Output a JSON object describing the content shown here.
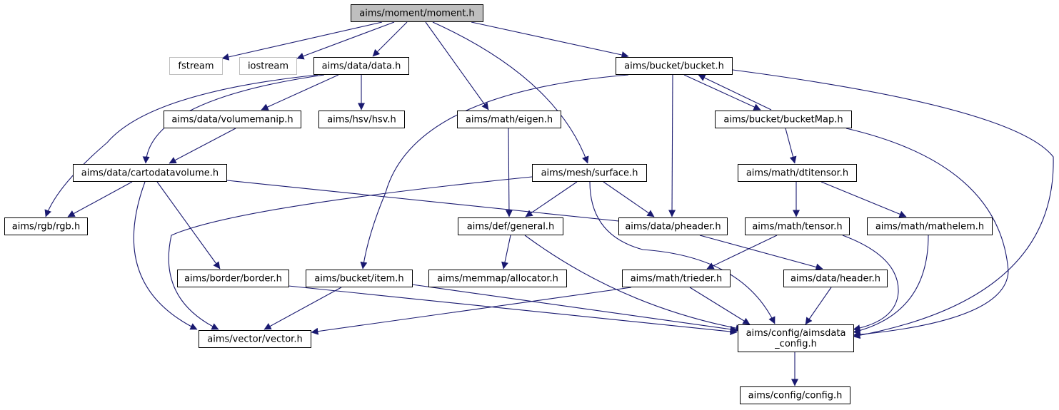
{
  "graph": {
    "nodes": [
      {
        "id": "moment",
        "lines": [
          "aims/moment/moment.h"
        ],
        "kind": "root"
      },
      {
        "id": "fstream",
        "lines": [
          "fstream"
        ],
        "kind": "external"
      },
      {
        "id": "iostream",
        "lines": [
          "iostream"
        ],
        "kind": "external"
      },
      {
        "id": "data",
        "lines": [
          "aims/data/data.h"
        ],
        "kind": "normal"
      },
      {
        "id": "bucket",
        "lines": [
          "aims/bucket/bucket.h"
        ],
        "kind": "normal"
      },
      {
        "id": "volumemanip",
        "lines": [
          "aims/data/volumemanip.h"
        ],
        "kind": "normal"
      },
      {
        "id": "hsv",
        "lines": [
          "aims/hsv/hsv.h"
        ],
        "kind": "normal"
      },
      {
        "id": "eigen",
        "lines": [
          "aims/math/eigen.h"
        ],
        "kind": "normal"
      },
      {
        "id": "bucketMap",
        "lines": [
          "aims/bucket/bucketMap.h"
        ],
        "kind": "normal"
      },
      {
        "id": "cartodatavolume",
        "lines": [
          "aims/data/cartodatavolume.h"
        ],
        "kind": "normal"
      },
      {
        "id": "surface",
        "lines": [
          "aims/mesh/surface.h"
        ],
        "kind": "normal"
      },
      {
        "id": "dtitensor",
        "lines": [
          "aims/math/dtitensor.h"
        ],
        "kind": "normal"
      },
      {
        "id": "rgb",
        "lines": [
          "aims/rgb/rgb.h"
        ],
        "kind": "normal"
      },
      {
        "id": "general",
        "lines": [
          "aims/def/general.h"
        ],
        "kind": "normal"
      },
      {
        "id": "pheader",
        "lines": [
          "aims/data/pheader.h"
        ],
        "kind": "normal"
      },
      {
        "id": "tensor",
        "lines": [
          "aims/math/tensor.h"
        ],
        "kind": "normal"
      },
      {
        "id": "mathelem",
        "lines": [
          "aims/math/mathelem.h"
        ],
        "kind": "normal"
      },
      {
        "id": "border",
        "lines": [
          "aims/border/border.h"
        ],
        "kind": "normal"
      },
      {
        "id": "item",
        "lines": [
          "aims/bucket/item.h"
        ],
        "kind": "normal"
      },
      {
        "id": "allocator",
        "lines": [
          "aims/memmap/allocator.h"
        ],
        "kind": "normal"
      },
      {
        "id": "trieder",
        "lines": [
          "aims/math/trieder.h"
        ],
        "kind": "normal"
      },
      {
        "id": "header",
        "lines": [
          "aims/data/header.h"
        ],
        "kind": "normal"
      },
      {
        "id": "vector",
        "lines": [
          "aims/vector/vector.h"
        ],
        "kind": "normal"
      },
      {
        "id": "aimsdata_config",
        "lines": [
          "aims/config/aimsdata",
          "_config.h"
        ],
        "kind": "normal"
      },
      {
        "id": "config",
        "lines": [
          "aims/config/config.h"
        ],
        "kind": "normal"
      }
    ],
    "edges": [
      {
        "from": "moment",
        "to": "fstream"
      },
      {
        "from": "moment",
        "to": "iostream"
      },
      {
        "from": "moment",
        "to": "data"
      },
      {
        "from": "moment",
        "to": "bucket"
      },
      {
        "from": "moment",
        "to": "eigen"
      },
      {
        "from": "moment",
        "to": "surface"
      },
      {
        "from": "data",
        "to": "volumemanip"
      },
      {
        "from": "data",
        "to": "hsv"
      },
      {
        "from": "data",
        "to": "cartodatavolume"
      },
      {
        "from": "data",
        "to": "rgb"
      },
      {
        "from": "volumemanip",
        "to": "cartodatavolume"
      },
      {
        "from": "cartodatavolume",
        "to": "rgb"
      },
      {
        "from": "cartodatavolume",
        "to": "border"
      },
      {
        "from": "cartodatavolume",
        "to": "vector"
      },
      {
        "from": "cartodatavolume",
        "to": "pheader"
      },
      {
        "from": "bucket",
        "to": "bucketMap"
      },
      {
        "from": "bucketMap",
        "to": "bucket"
      },
      {
        "from": "bucket",
        "to": "pheader"
      },
      {
        "from": "bucket",
        "to": "item"
      },
      {
        "from": "bucket",
        "to": "aimsdata_config"
      },
      {
        "from": "bucketMap",
        "to": "dtitensor"
      },
      {
        "from": "bucketMap",
        "to": "aimsdata_config"
      },
      {
        "from": "eigen",
        "to": "general"
      },
      {
        "from": "surface",
        "to": "general"
      },
      {
        "from": "surface",
        "to": "pheader"
      },
      {
        "from": "surface",
        "to": "vector"
      },
      {
        "from": "surface",
        "to": "aimsdata_config"
      },
      {
        "from": "dtitensor",
        "to": "tensor"
      },
      {
        "from": "dtitensor",
        "to": "mathelem"
      },
      {
        "from": "general",
        "to": "allocator"
      },
      {
        "from": "general",
        "to": "aimsdata_config"
      },
      {
        "from": "pheader",
        "to": "header"
      },
      {
        "from": "tensor",
        "to": "trieder"
      },
      {
        "from": "tensor",
        "to": "aimsdata_config"
      },
      {
        "from": "mathelem",
        "to": "aimsdata_config"
      },
      {
        "from": "border",
        "to": "aimsdata_config"
      },
      {
        "from": "item",
        "to": "vector"
      },
      {
        "from": "item",
        "to": "aimsdata_config"
      },
      {
        "from": "trieder",
        "to": "vector"
      },
      {
        "from": "trieder",
        "to": "aimsdata_config"
      },
      {
        "from": "header",
        "to": "aimsdata_config"
      },
      {
        "from": "aimsdata_config",
        "to": "config"
      }
    ],
    "colors": {
      "edge": "#191970",
      "node_border": "#000000",
      "external_border": "#bfbfbf",
      "root_fill": "#bfbfbf",
      "node_fill": "#ffffff",
      "background": "#ffffff"
    }
  }
}
